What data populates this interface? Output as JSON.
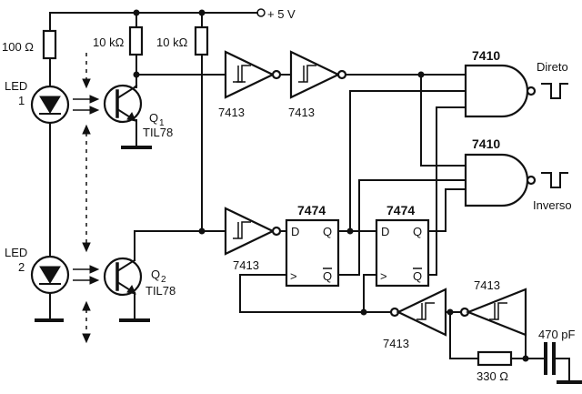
{
  "labels": {
    "supply": "+ 5 V",
    "r_led1": "100 Ω",
    "r_q1": "10 kΩ",
    "r_q2": "10 kΩ",
    "led1_name": "LED",
    "led1_num": "1",
    "led2_name": "LED",
    "led2_num": "2",
    "q1_name": "Q",
    "q1_sub": "1",
    "q1_part": "TIL78",
    "q2_name": "Q",
    "q2_sub": "2",
    "q2_part": "TIL78",
    "buf1": "7413",
    "buf2": "7413",
    "buf3": "7413",
    "buf_osc1": "7413",
    "buf_osc2": "7413",
    "ff1": "7474",
    "ff2": "7474",
    "d_pin": "D",
    "q_pin": "Q",
    "qbar_pin": "Q",
    "clk_pin": ">",
    "nand1": "7410",
    "nand2": "7410",
    "out1": "Direto",
    "out2": "Inverso",
    "r_osc": "330 Ω",
    "c_osc": "470 pF"
  }
}
